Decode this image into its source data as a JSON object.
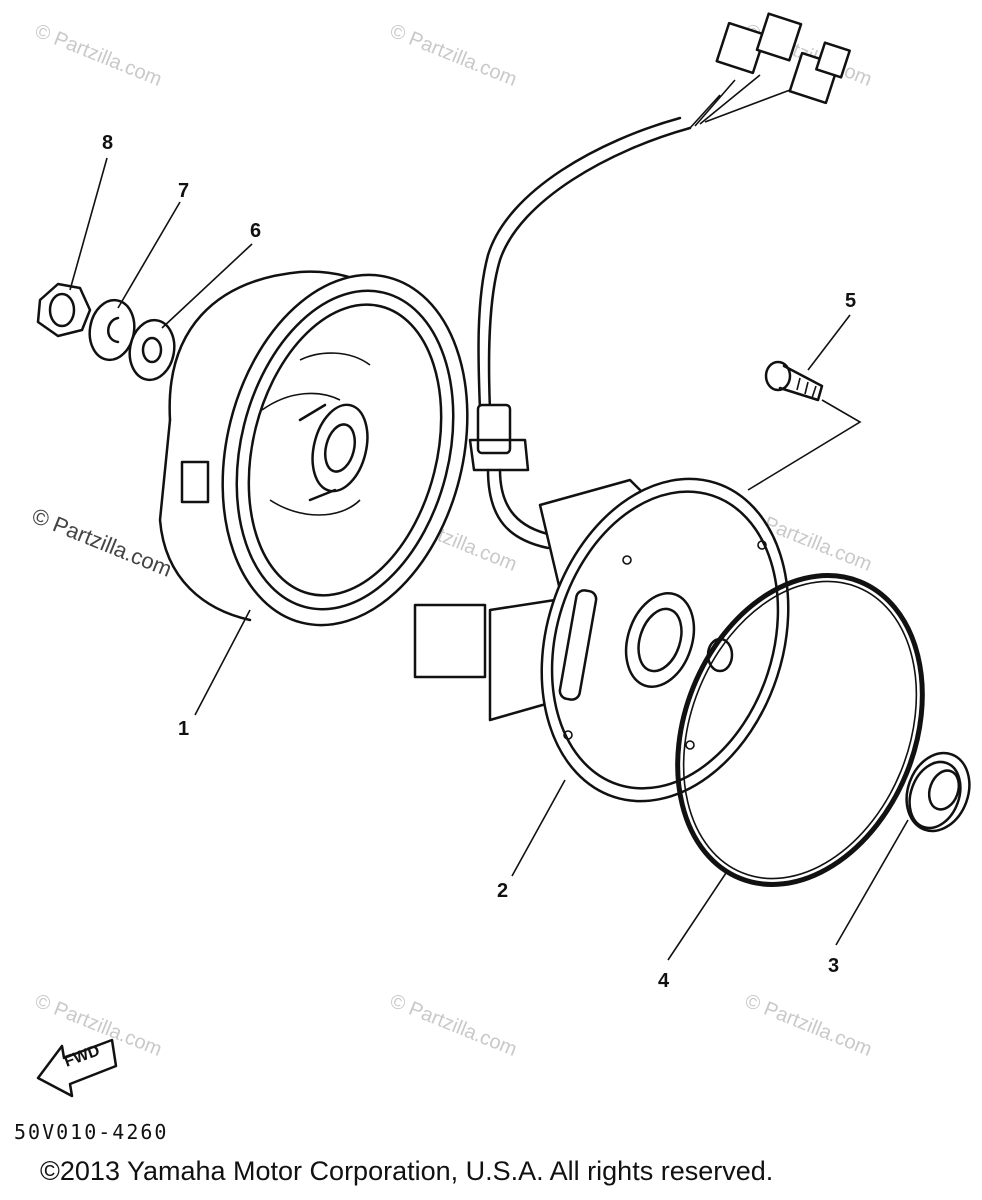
{
  "watermarks": [
    "© Partzilla.com",
    "© Partzilla.com",
    "© Partzilla.com",
    "© Partzilla.com",
    "© Partzilla.com",
    "© Partzilla.com",
    "© Partzilla.com",
    "© Partzilla.com",
    "© Partzilla.com"
  ],
  "callouts": {
    "p1": "1",
    "p2": "2",
    "p3": "3",
    "p4": "4",
    "p5": "5",
    "p6": "6",
    "p7": "7",
    "p8": "8"
  },
  "fwd_label": "FWD",
  "drawing_code": "50V010-4260",
  "copyright": "©2013 Yamaha Motor Corporation, U.S.A. All rights reserved."
}
